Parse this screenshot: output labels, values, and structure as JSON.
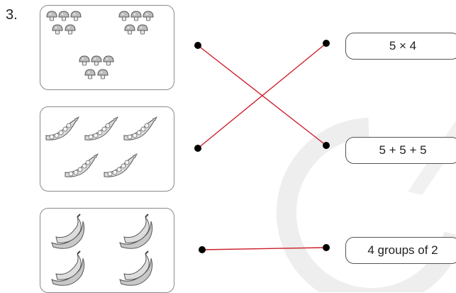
{
  "question_number": "3.",
  "pictures": [
    {
      "name": "mushrooms",
      "groups": 3,
      "per_group": 5
    },
    {
      "name": "pea-pods",
      "count": 5,
      "peas_per_pod": 5
    },
    {
      "name": "bananas",
      "groups": 4,
      "per_group": 2
    }
  ],
  "answers": [
    {
      "label": "5 × 4"
    },
    {
      "label": "5 + 5 + 5"
    },
    {
      "label": "4 groups of 2"
    }
  ],
  "matches": [
    {
      "picture": 1,
      "answer": 2
    },
    {
      "picture": 2,
      "answer": 1
    },
    {
      "picture": 3,
      "answer": 3
    }
  ],
  "colors": {
    "line": "#cc1f2a",
    "dot": "#000000",
    "watermark": "#e6e6e6"
  }
}
